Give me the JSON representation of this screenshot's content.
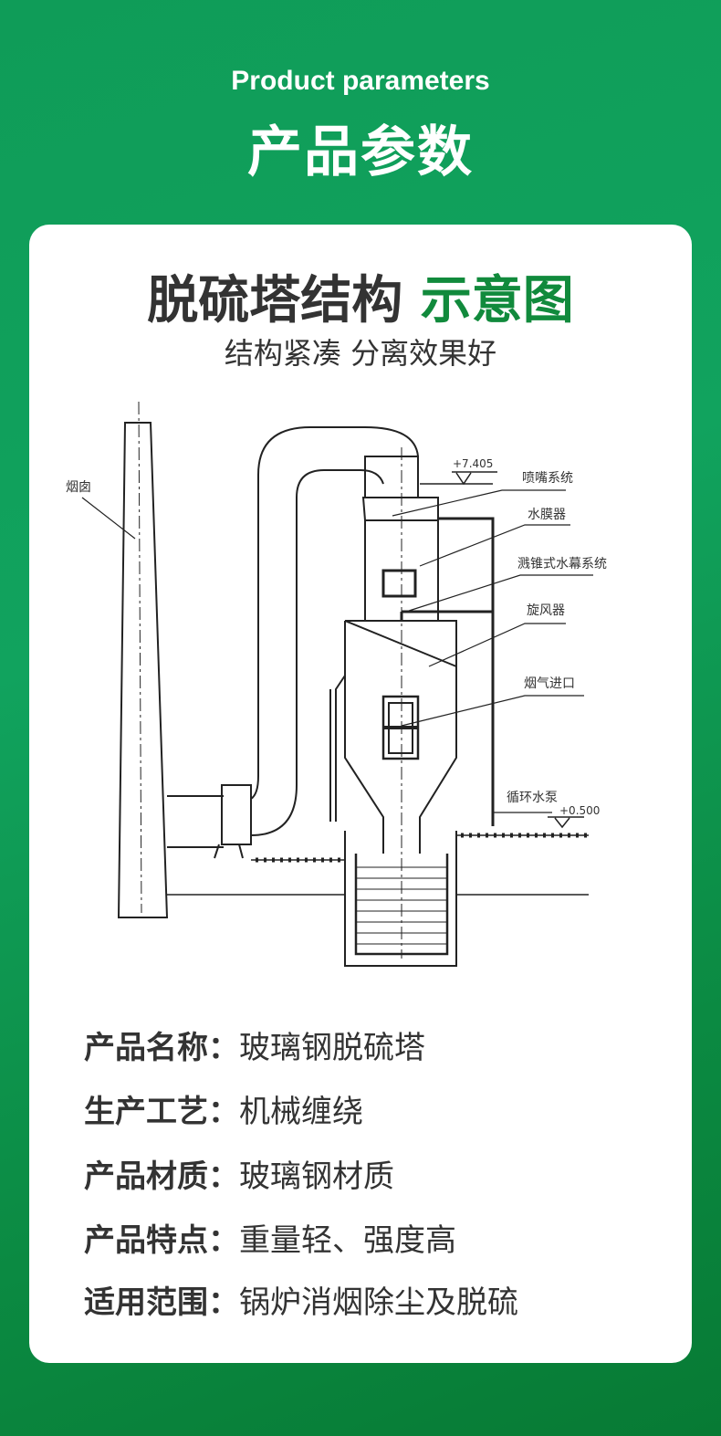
{
  "header": {
    "subtitle_en": "Product parameters",
    "title_cn": "产品参数"
  },
  "card": {
    "title_main": "脱硫塔结构",
    "title_accent": "示意图",
    "subtitle": "结构紧凑 分离效果好",
    "diagram": {
      "labels": {
        "chimney": "烟囱",
        "nozzle": "喷嘴系统",
        "water_film": "水膜器",
        "cone_curtain": "溅锥式水幕系统",
        "cyclone": "旋风器",
        "gas_inlet": "烟气进口",
        "pump": "循环水泵",
        "elev_top": "+7.405",
        "elev_ground": "+0.500"
      }
    },
    "specs": [
      {
        "label": "产品名称：",
        "value": "玻璃钢脱硫塔"
      },
      {
        "label": "生产工艺：",
        "value": "机械缠绕"
      },
      {
        "label": "产品材质：",
        "value": "玻璃钢材质"
      },
      {
        "label": "产品特点：",
        "value": "重量轻、强度高"
      },
      {
        "label": "适用范围：",
        "value": "锅炉消烟除尘及脱硫"
      }
    ]
  },
  "colors": {
    "accent": "#118a3c",
    "background": "#0f9c58"
  }
}
